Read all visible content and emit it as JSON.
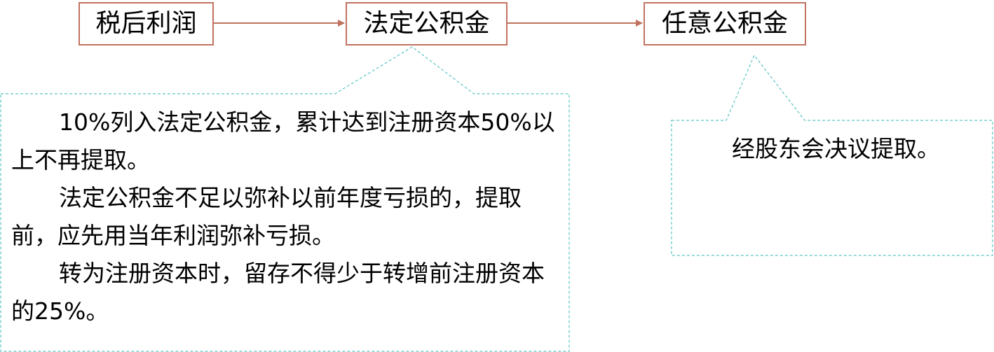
{
  "flow": {
    "step1": "税后利润",
    "step2": "法定公积金",
    "step3": "任意公积金"
  },
  "callout_left": {
    "paragraphs": [
      "10%列入法定公积金，累计达到注册资本50%以上不再提取。",
      "法定公积金不足以弥补以前年度亏损的，提取前，应先用当年利润弥补亏损。",
      "转为注册资本时，留存不得少于转增前注册资本的25%。"
    ]
  },
  "callout_right": {
    "text": "经股东会决议提取。"
  },
  "colors": {
    "box_border": "#c0735f",
    "arrow": "#c0735f",
    "callout_border": "#5fc4c4"
  }
}
